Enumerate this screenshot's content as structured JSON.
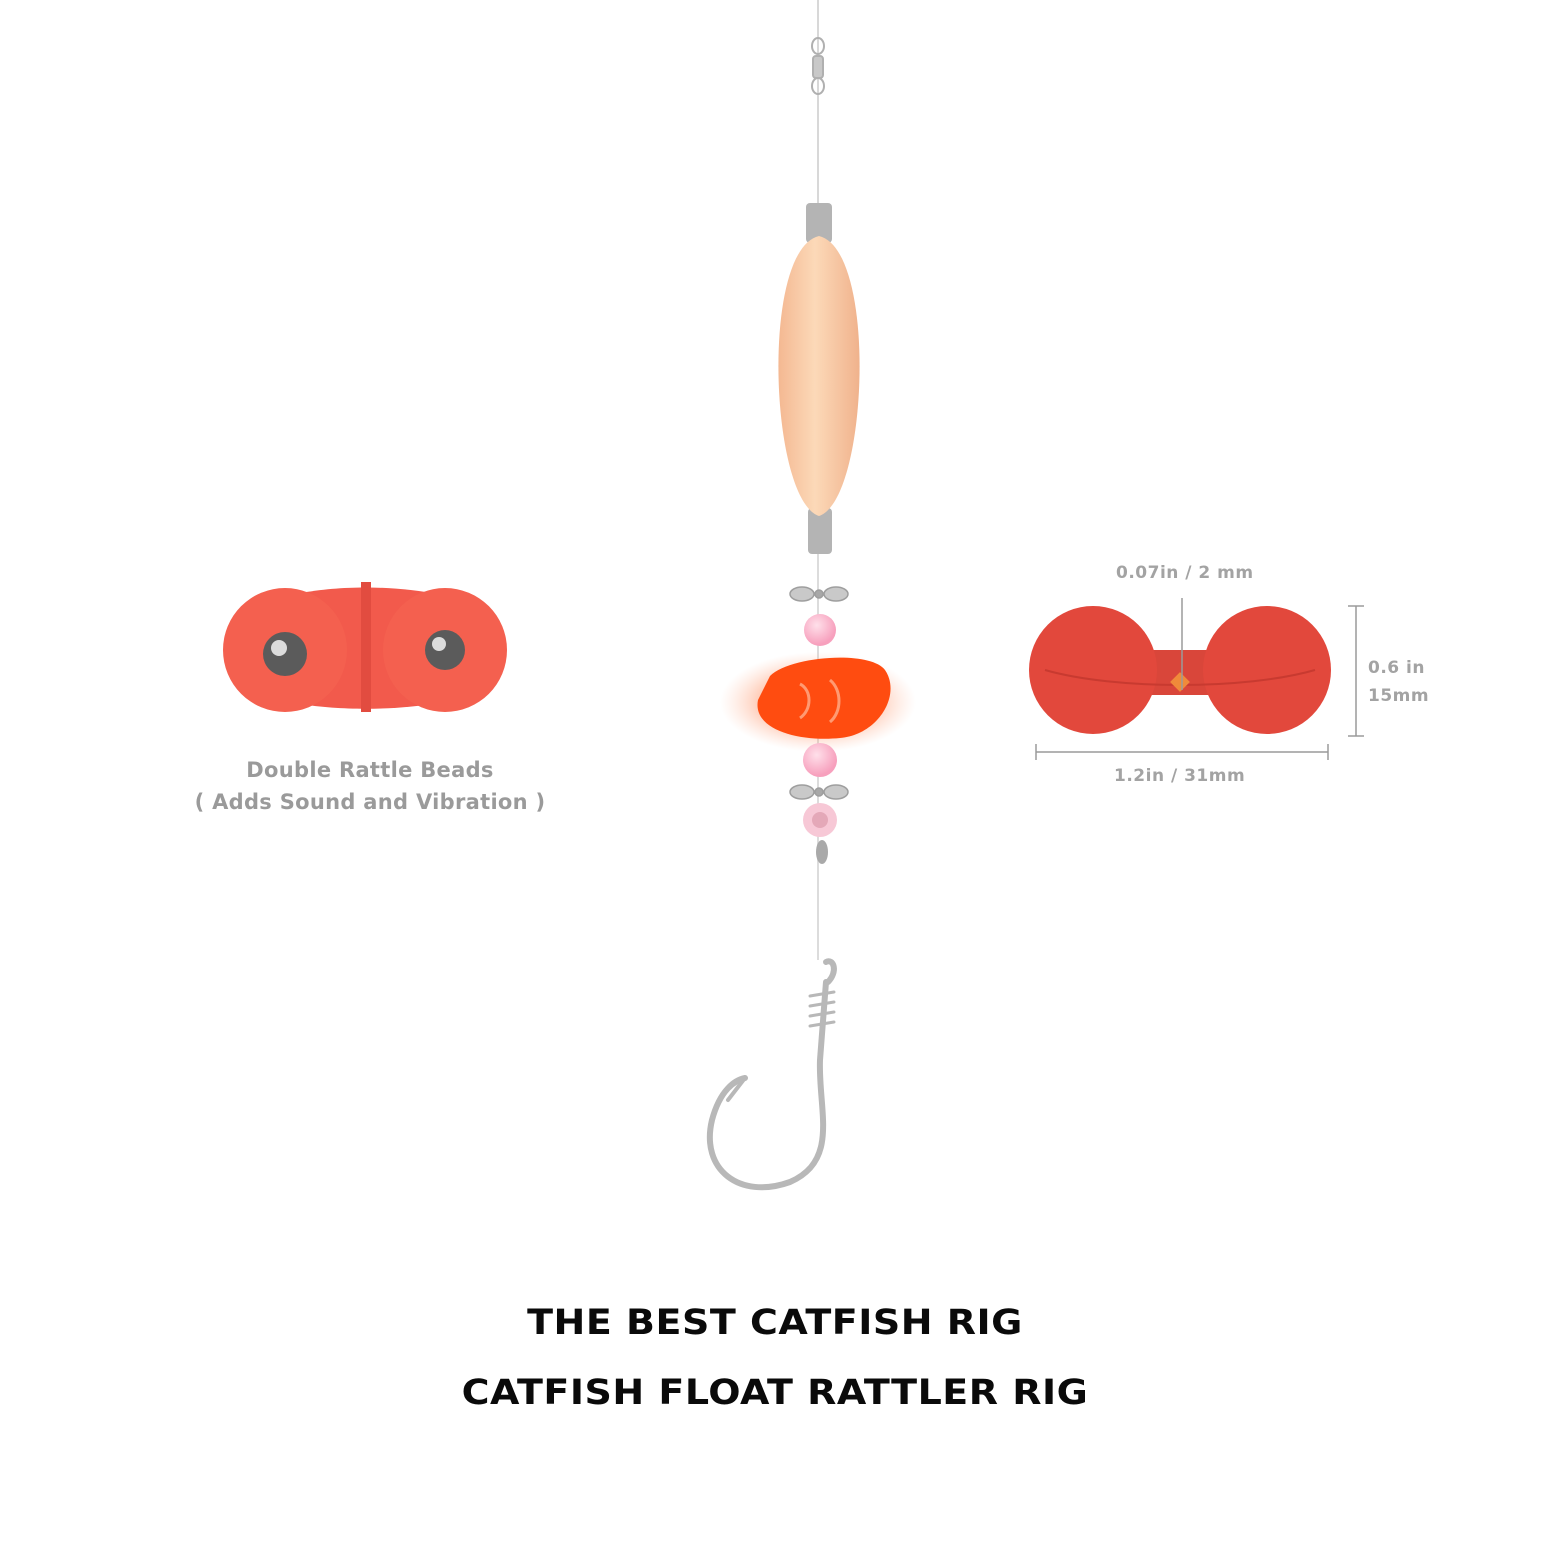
{
  "left_product": {
    "caption_line1": "Double Rattle Beads",
    "caption_line2": "( Adds Sound and Vibration )"
  },
  "right_product": {
    "thickness_label": "0.07in / 2 mm",
    "height_label_in": "0.6 in",
    "height_label_mm": "15mm",
    "width_label": "1.2in / 31mm"
  },
  "headline": {
    "line1": "THE BEST CATFISH RIG",
    "line2": "CATFISH FLOAT RATTLER RIG"
  },
  "colors": {
    "bead_red": "#f05a4e",
    "bead_red_right": "#e2483c",
    "float_peach": "#f7c9a4",
    "glow_orange": "#ff4a12",
    "grey_label": "#a3a3a3",
    "headline": "#0a0a0a"
  }
}
